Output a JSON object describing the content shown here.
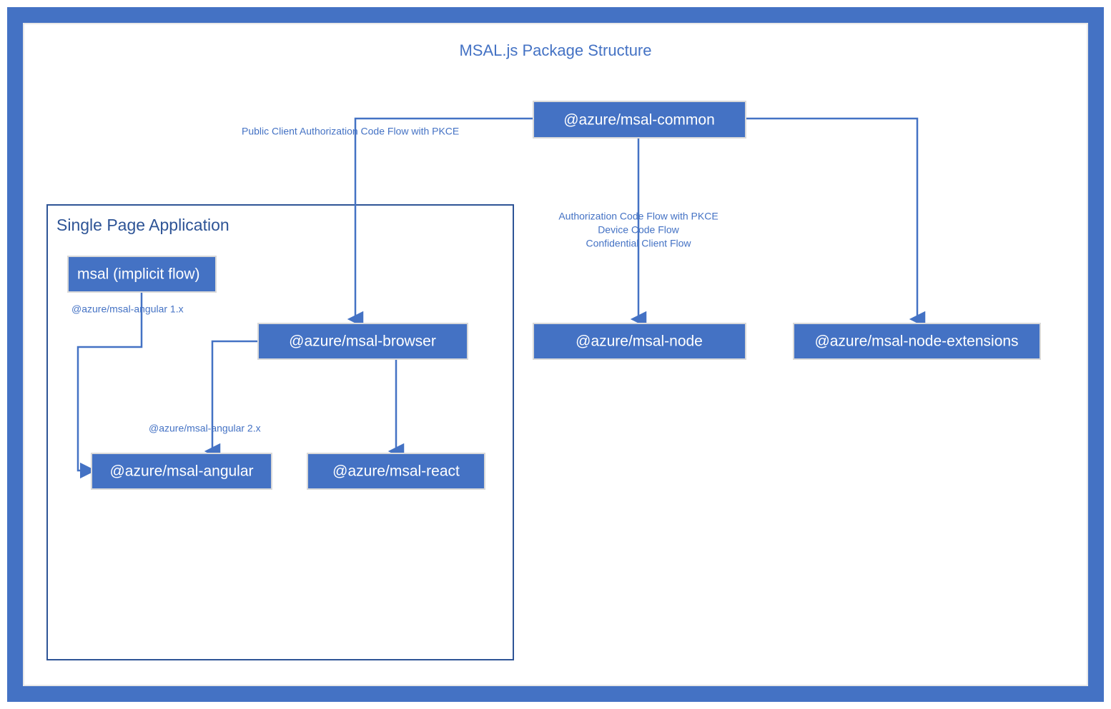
{
  "title": "MSAL.js Package Structure",
  "colors": {
    "frame": "#4472C4",
    "node_fill": "#4472C4",
    "node_stroke": "#D9D9D9",
    "node_text": "#FFFFFF",
    "edge": "#4472C4",
    "edge_label_text": "#4472C4",
    "group_border": "#2E5496",
    "group_title_text": "#2E5496",
    "title_text": "#4472C4",
    "background": "#FFFFFF"
  },
  "group": {
    "title": "Single Page Application"
  },
  "nodes": {
    "common": {
      "label": "@azure/msal-common"
    },
    "browser": {
      "label": "@azure/msal-browser"
    },
    "node": {
      "label": "@azure/msal-node"
    },
    "node_extensions": {
      "label": "@azure/msal-node-extensions"
    },
    "msal_implicit": {
      "label": "msal (implicit flow)"
    },
    "angular": {
      "label": "@azure/msal-angular"
    },
    "react": {
      "label": "@azure/msal-react"
    }
  },
  "edge_labels": {
    "public_client_pkce": "Public Client Authorization Code Flow with PKCE",
    "node_flows_line1": "Authorization Code Flow with PKCE",
    "node_flows_line2": "Device Code Flow",
    "node_flows_line3": "Confidential Client Flow",
    "angular_1x": "@azure/msal-angular 1.x",
    "angular_2x": "@azure/msal-angular 2.x"
  }
}
